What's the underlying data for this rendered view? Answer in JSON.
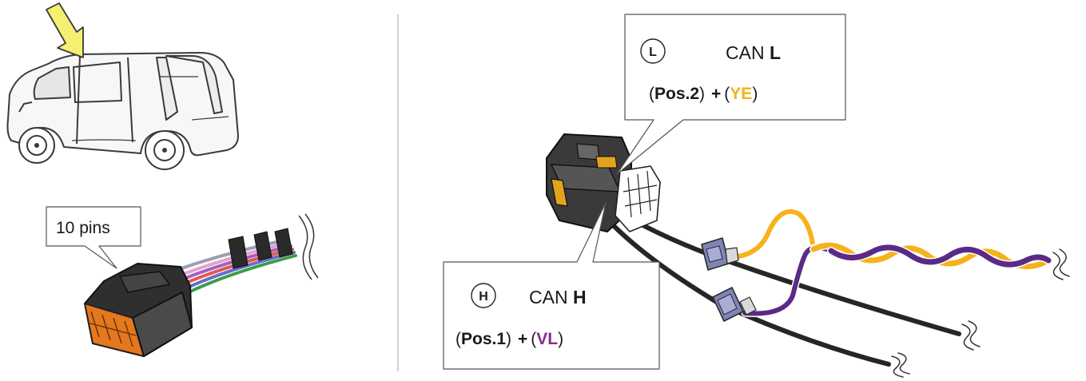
{
  "left_panel": {
    "pins_label": "10 pins"
  },
  "callout_l": {
    "badge": "L",
    "signal_prefix": "CAN ",
    "signal_letter": "L",
    "paren_open": "(",
    "pos": "Pos.2",
    "paren_close": ")",
    "plus": "+",
    "color_open": "(",
    "color_code": "YE",
    "color_close": ")",
    "color_hex": "#f5b21b"
  },
  "callout_h": {
    "badge": "H",
    "signal_prefix": "CAN ",
    "signal_letter": "H",
    "paren_open": "(",
    "pos": "Pos.1",
    "paren_close": ")",
    "plus": "+",
    "color_open": "(",
    "color_code": "VL",
    "color_close": ")",
    "color_hex": "#8a2a8c"
  },
  "colors": {
    "arrow": "#f5ef72",
    "connector_orange": "#e3781e",
    "wire_yellow": "#f5b21b",
    "wire_violet": "#5b2a86",
    "tap_connector": "#7f84b8"
  }
}
